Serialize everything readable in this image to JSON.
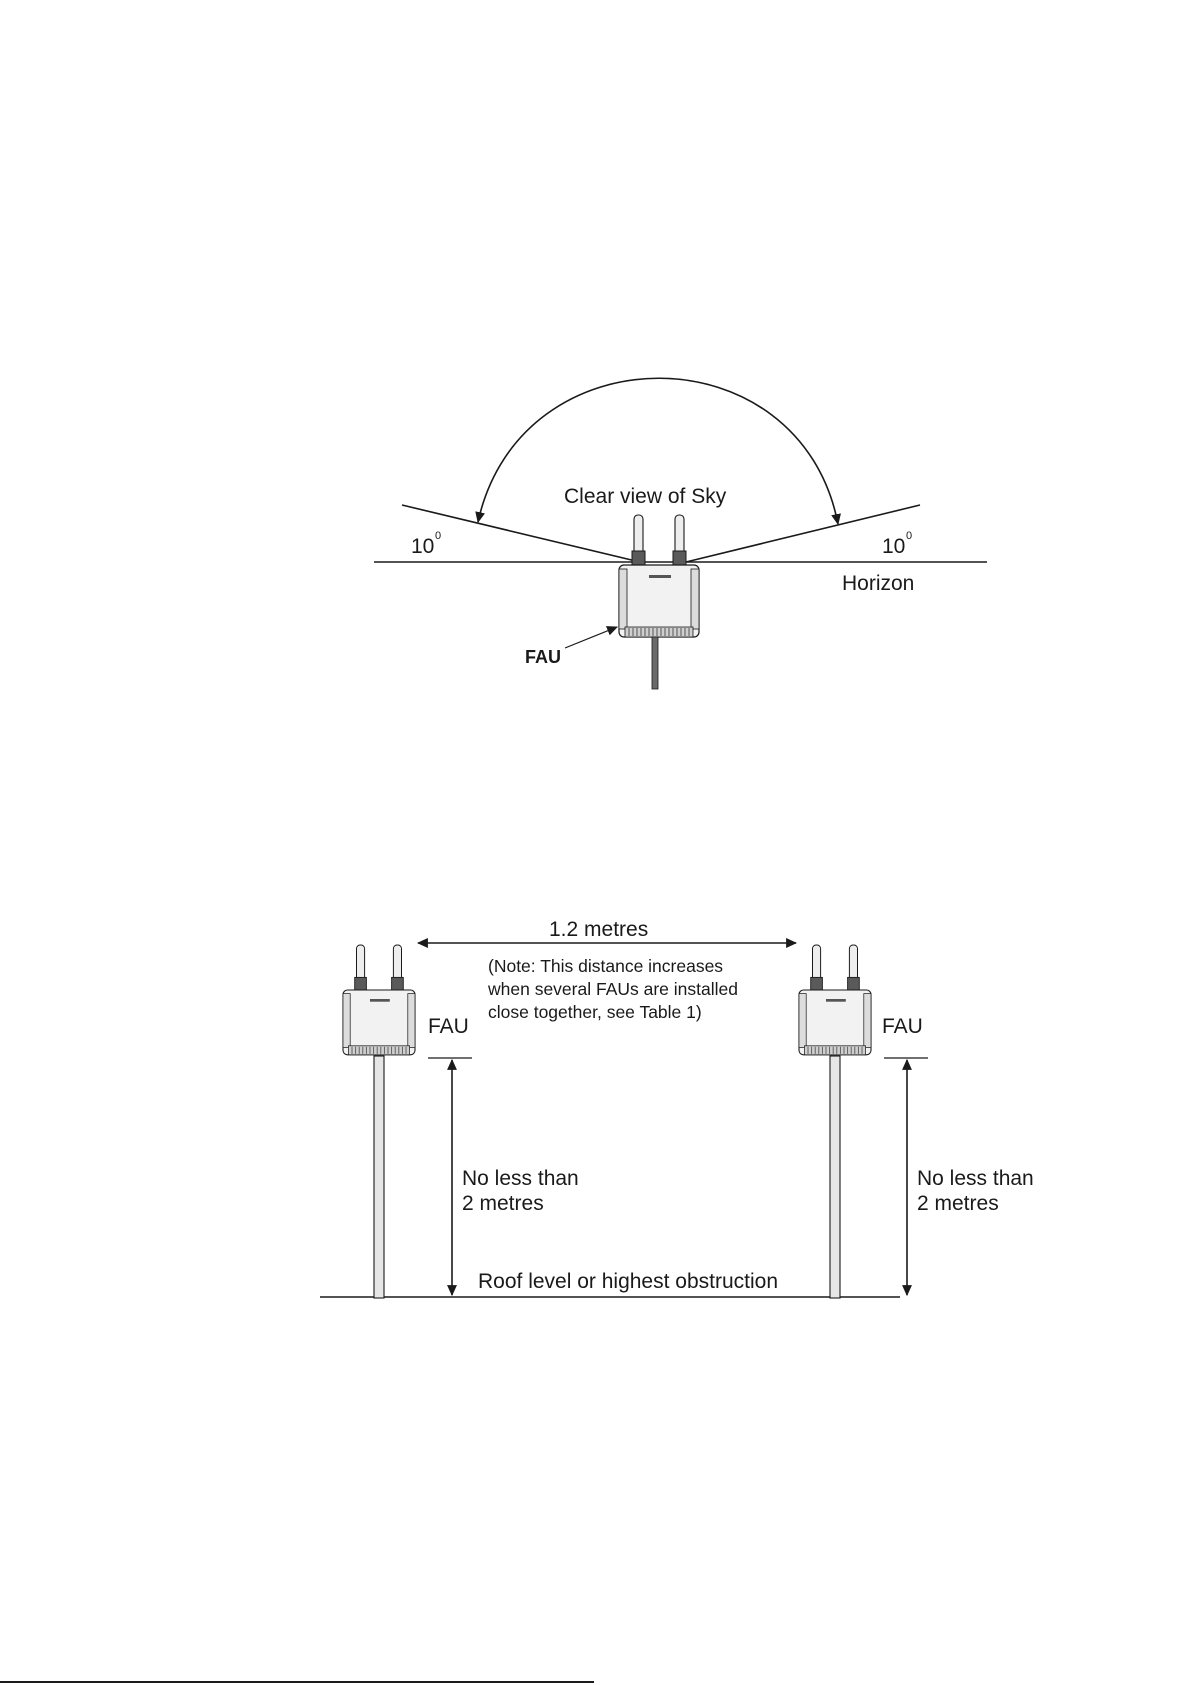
{
  "figure_top": {
    "sky_label": "Clear view of Sky",
    "angle_left": "10",
    "angle_left_unit": "0",
    "angle_right": "10",
    "angle_right_unit": "0",
    "horizon_label": "Horizon",
    "device_label": "FAU"
  },
  "figure_bottom": {
    "spacing_label": "1.2 metres",
    "note_line_1": "(Note: This distance increases",
    "note_line_2": "when several FAUs are installed",
    "note_line_3": "close together, see Table 1)",
    "left_device_label": "FAU",
    "right_device_label": "FAU",
    "left_height_line_1": "No less than",
    "left_height_line_2": "2 metres",
    "right_height_line_1": "No less than",
    "right_height_line_2": "2 metres",
    "roof_label": "Roof level or highest obstruction"
  },
  "colors": {
    "ink": "#1a1a1a",
    "device_body": "#f2f2f2",
    "device_shadow": "#cfcfcf",
    "antenna": "#ededed",
    "pole": "#e6e6e6"
  },
  "icons": {
    "device": "fau-device-icon",
    "arrowhead": "arrowhead-icon"
  }
}
